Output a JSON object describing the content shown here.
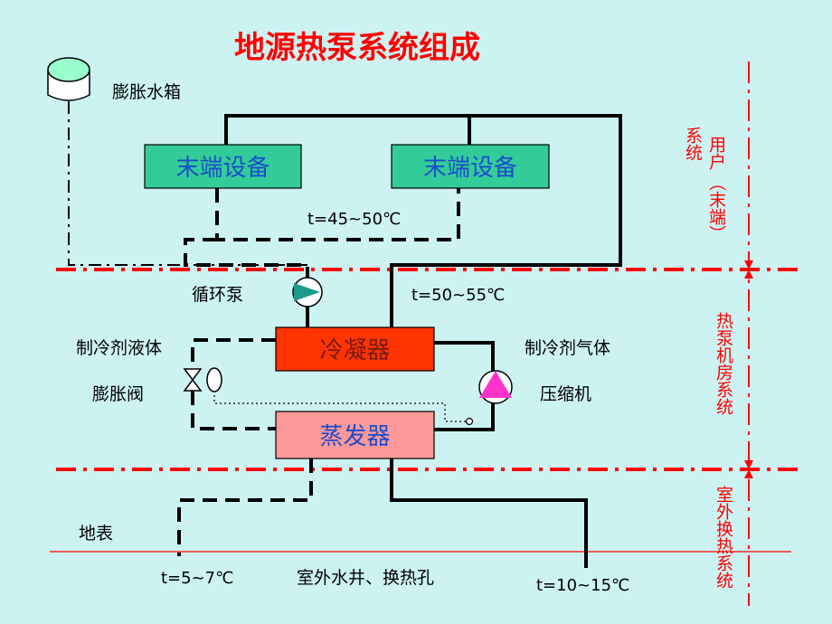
{
  "title": "地源热泵系统组成",
  "colors": {
    "background": "#cdf2f2",
    "title": "#ff0000",
    "terminal_box": "#33cc99",
    "condenser": "#ff3300",
    "evaporator": "#ff9999",
    "zone_line": "#ff0000",
    "pipe": "#000000",
    "pump": "#1c9a8a",
    "compressor": "#ff33cc",
    "tank": "#99ffcc"
  },
  "components": {
    "tank": "膨胀水箱",
    "terminal_left": "末端设备",
    "terminal_right": "末端设备",
    "circ_pump": "循环泵",
    "condenser": "冷凝器",
    "evaporator": "蒸发器",
    "refrigerant_liquid": "制冷剂液体",
    "refrigerant_gas": "制冷剂气体",
    "expansion_valve": "膨胀阀",
    "compressor": "压缩机",
    "ground_surface": "地表",
    "outdoor_well": "室外水井、换热孔"
  },
  "temps": {
    "terminal": "t=45~50℃",
    "condenser_out": "t=50~55℃",
    "ground_in": "t=5~7℃",
    "ground_out": "t=10~15℃"
  },
  "zones": {
    "user_1": "用户",
    "user_2": "系统",
    "user_3": "（末端）",
    "machine_room": "热泵机房系统",
    "outdoor": "室外换热系统"
  }
}
